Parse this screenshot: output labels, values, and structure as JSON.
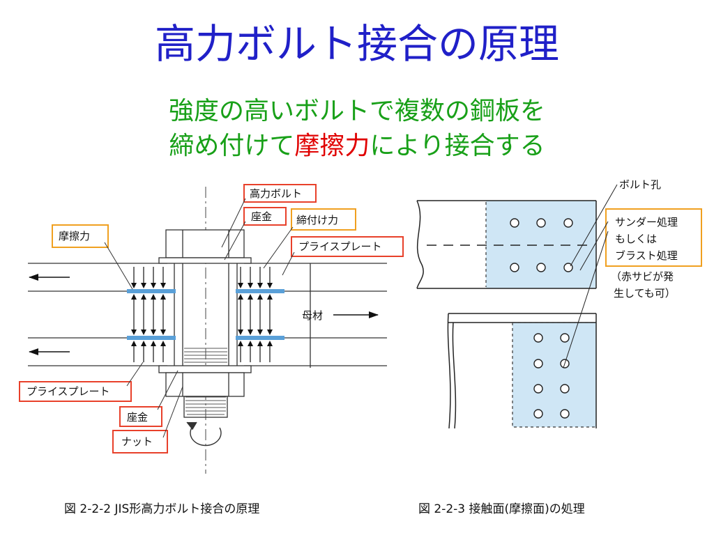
{
  "slide": {
    "title": "高力ボルト接合の原理",
    "subtitle_line1": "強度の高いボルトで複数の鋼板を",
    "subtitle_line2_pre": "締め付けて",
    "subtitle_line2_highlight": "摩擦力",
    "subtitle_line2_post": "により接合する"
  },
  "colors": {
    "title": "#2020c8",
    "subtitle": "#18a018",
    "highlight": "#e00000",
    "label_box_red": "#e8402a",
    "label_box_orange": "#f0a020",
    "friction_band": "#5aa0d8",
    "plate_fill": "#cfe6f5"
  },
  "left_figure": {
    "labels": {
      "high_strength_bolt": "高力ボルト",
      "washer_top": "座金",
      "tightening_force": "締付け力",
      "splice_plate_top": "プライスプレート",
      "friction_force": "摩擦力",
      "base_material": "母材",
      "splice_plate_bottom": "プライスプレート",
      "washer_bottom": "座金",
      "nut": "ナット"
    },
    "caption": "図 2-2-2 JIS形高力ボルト接合の原理"
  },
  "right_figure": {
    "labels": {
      "bolt_hole": "ボルト孔",
      "treatment_line1": "サンダー処理",
      "treatment_line2": "もしくは",
      "treatment_line3": "ブラスト処理",
      "note_line1": "（赤サビが発",
      "note_line2": "生しても可）"
    },
    "caption": "図 2-2-3 接触面(摩擦面)の処理"
  }
}
